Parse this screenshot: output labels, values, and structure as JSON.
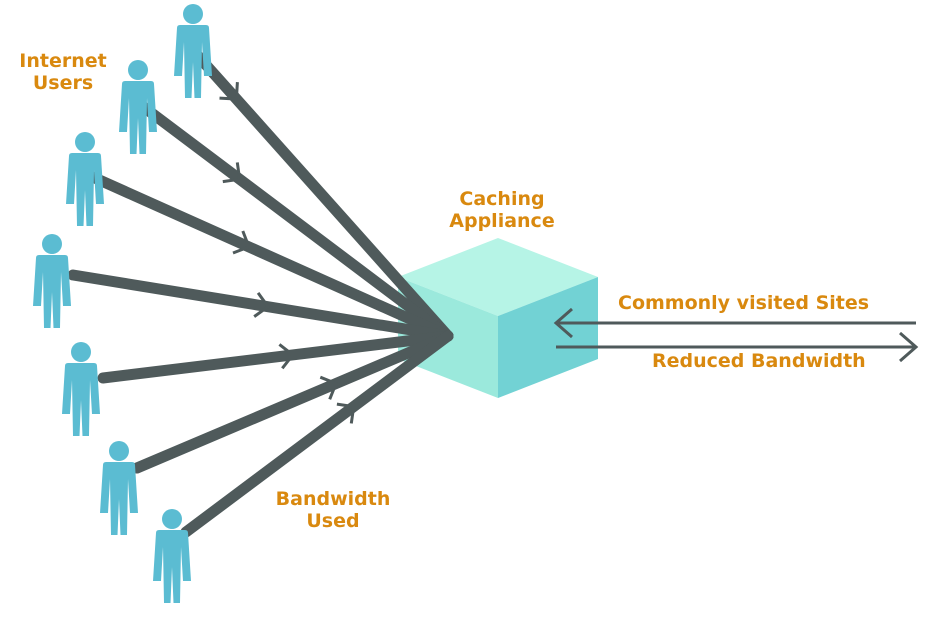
{
  "colors": {
    "label": "#d9890f",
    "person": "#5bbcd2",
    "line": "#4f5a5b",
    "cube_top": "#b6f4e6",
    "cube_left": "#9be9dc",
    "cube_front": "#72d2d4"
  },
  "labels": {
    "internet_users": [
      "Internet",
      "Users"
    ],
    "caching_appliance": [
      "Caching",
      "Appliance"
    ],
    "bandwidth_used": [
      "Bandwidth",
      "Used"
    ],
    "commonly_visited": "Commonly visited Sites",
    "reduced_bandwidth": "Reduced Bandwidth"
  },
  "nodes": {
    "users": [
      "user",
      "user",
      "user",
      "user",
      "user",
      "user",
      "user"
    ],
    "appliance": "cube-icon"
  }
}
